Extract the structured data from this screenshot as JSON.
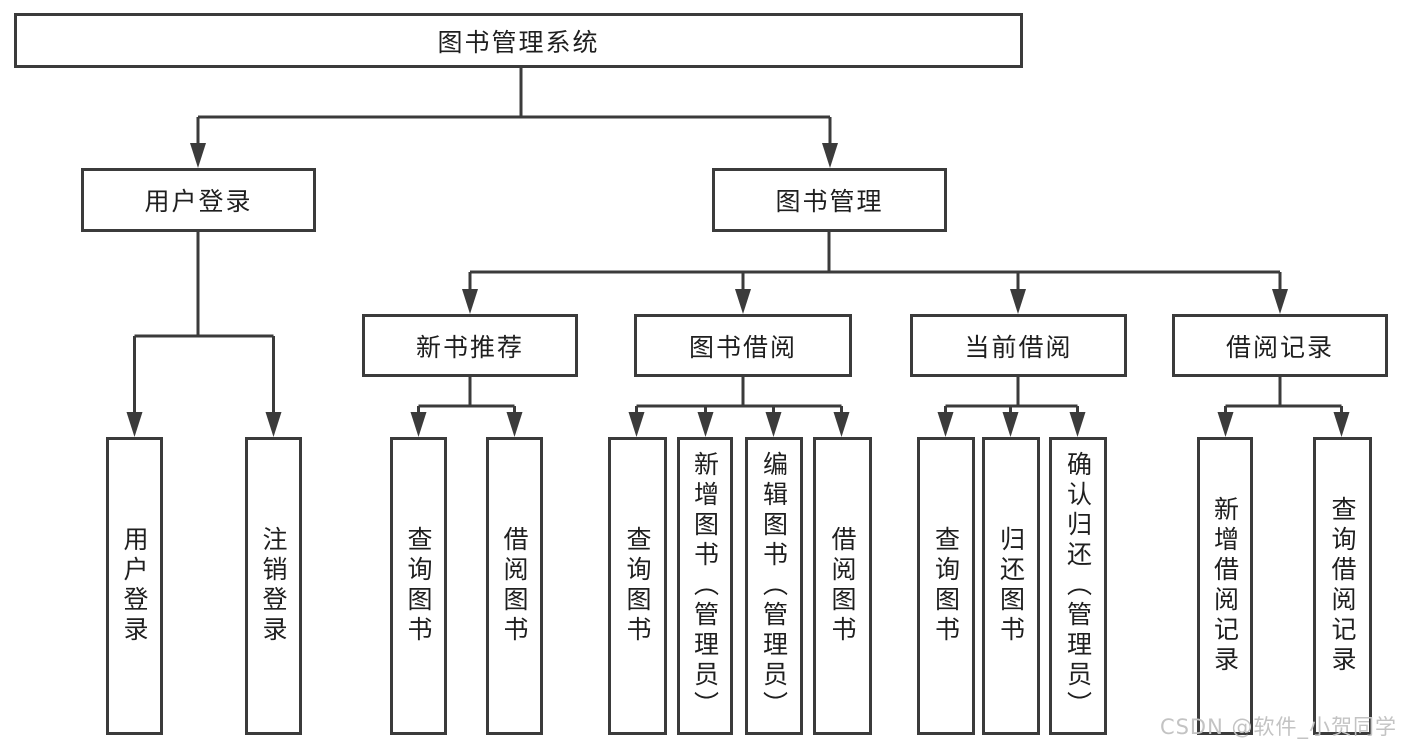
{
  "tree": {
    "root": "图书管理系统",
    "user_branch": {
      "label": "用户登录",
      "children": [
        "用户登录",
        "注销登录"
      ]
    },
    "mgmt_branch": {
      "label": "图书管理",
      "modules": [
        {
          "label": "新书推荐",
          "children": [
            "查询图书",
            "借阅图书"
          ]
        },
        {
          "label": "图书借阅",
          "children": [
            "查询图书",
            "新增图书（管理员）",
            "编辑图书（管理员）",
            "借阅图书"
          ]
        },
        {
          "label": "当前借阅",
          "children": [
            "查询图书",
            "归还图书",
            "确认归还（管理员）"
          ]
        },
        {
          "label": "借阅记录",
          "children": [
            "新增借阅记录",
            "查询借阅记录"
          ]
        }
      ]
    }
  },
  "watermark": "CSDN @软件_小贺同学",
  "colors": {
    "line": "#3b3b3b",
    "box_border": "#3b3b3b",
    "text": "#1f1f1f",
    "watermark": "#c3c3c3",
    "background": "#ffffff"
  }
}
